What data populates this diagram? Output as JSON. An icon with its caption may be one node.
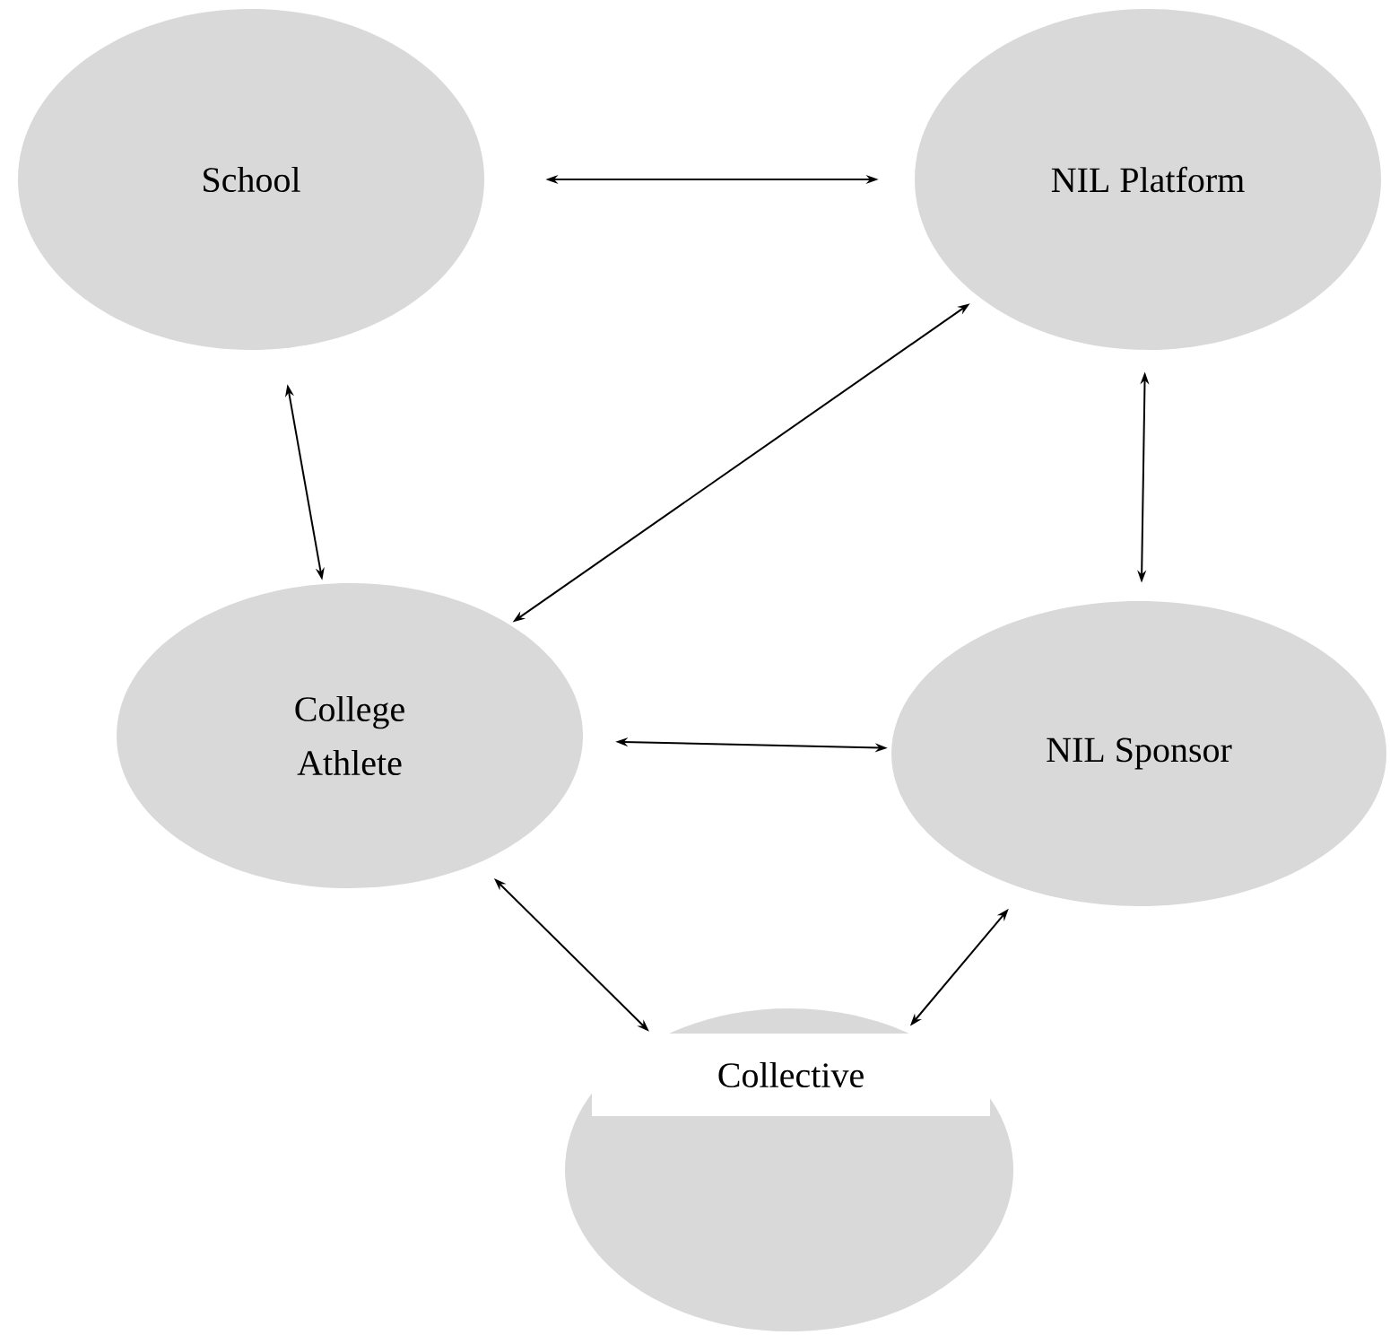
{
  "diagram": {
    "nodes": [
      {
        "text": [
          "School"
        ]
      },
      {
        "text": [
          "NIL Platform"
        ]
      },
      {
        "text": [
          "College Athlete"
        ]
      },
      {
        "text": [
          "NIL Sponsor"
        ]
      },
      {
        "text": [],
        "shape": "circle"
      },
      {
        "text": [
          "Collective"
        ],
        "in": 4
      }
    ],
    "edges": [
      {
        "from": 0,
        "to": 1,
        "arrow": "both"
      },
      {
        "from": 0,
        "to": 2,
        "arrow": "both"
      },
      {
        "from": 2,
        "to": 1,
        "arrow": "both"
      },
      {
        "from": 1,
        "to": 3,
        "arrow": "both"
      },
      {
        "from": 2,
        "to": 3,
        "arrow": "both"
      },
      {
        "from": 2,
        "to": 4,
        "arrow": "both"
      },
      {
        "from": 3,
        "to": 4,
        "arrow": "both"
      }
    ]
  }
}
